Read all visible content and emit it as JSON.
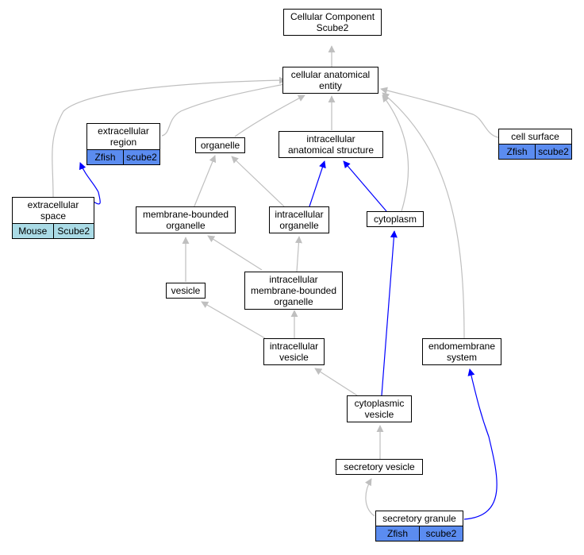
{
  "nodes": {
    "cc": {
      "label": "Cellular Component\nScube2"
    },
    "cae": {
      "label": "cellular anatomical\nentity"
    },
    "extracellular_region": {
      "label": "extracellular\nregion",
      "cells": [
        {
          "text": "Zfish",
          "color": "#5b8cf0"
        },
        {
          "text": "scube2",
          "color": "#5b8cf0"
        }
      ]
    },
    "organelle": {
      "label": "organelle"
    },
    "ias": {
      "label": "intracellular\nanatomical structure"
    },
    "cell_surface": {
      "label": "cell surface",
      "cells": [
        {
          "text": "Zfish",
          "color": "#5b8cf0"
        },
        {
          "text": "scube2",
          "color": "#5b8cf0"
        }
      ]
    },
    "extracellular_space": {
      "label": "extracellular\nspace",
      "cells": [
        {
          "text": "Mouse",
          "color": "#aadbe6"
        },
        {
          "text": "Scube2",
          "color": "#aadbe6"
        }
      ]
    },
    "mbo": {
      "label": "membrane-bounded\norganelle"
    },
    "intra_organelle": {
      "label": "intracellular\norganelle"
    },
    "cytoplasm": {
      "label": "cytoplasm"
    },
    "vesicle": {
      "label": "vesicle"
    },
    "imbo": {
      "label": "intracellular\nmembrane-bounded\norganelle"
    },
    "intra_vesicle": {
      "label": "intracellular\nvesicle"
    },
    "endomembrane": {
      "label": "endomembrane\nsystem"
    },
    "cyto_vesicle": {
      "label": "cytoplasmic\nvesicle"
    },
    "secretory_vesicle": {
      "label": "secretory vesicle"
    },
    "secretory_granule": {
      "label": "secretory granule",
      "cells": [
        {
          "text": "Zfish",
          "color": "#5b8cf0"
        },
        {
          "text": "scube2",
          "color": "#5b8cf0"
        }
      ]
    }
  },
  "edge_colors": {
    "is_a": "#bfbfbf",
    "part_of": "#0000ff"
  }
}
